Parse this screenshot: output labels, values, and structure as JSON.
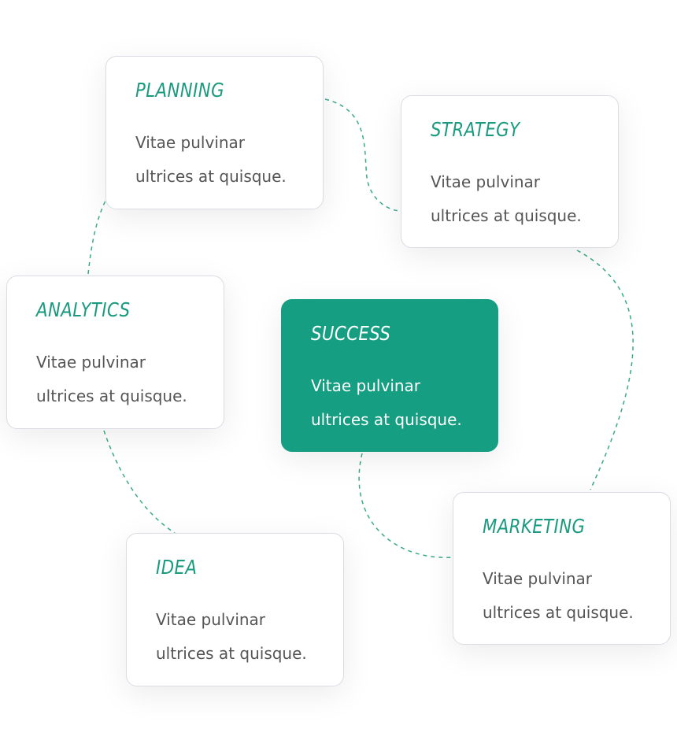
{
  "accent_color": "#159e82",
  "cards": {
    "planning": {
      "title": "PLANNING",
      "line1": "Vitae pulvinar",
      "line2": "ultrices at quisque."
    },
    "strategy": {
      "title": "STRATEGY",
      "line1": "Vitae pulvinar",
      "line2": "ultrices at quisque."
    },
    "analytics": {
      "title": "ANALYTICS",
      "line1": "Vitae pulvinar",
      "line2": "ultrices at quisque."
    },
    "success": {
      "title": "SUCCESS",
      "line1": "Vitae pulvinar",
      "line2": "ultrices at quisque."
    },
    "marketing": {
      "title": "MARKETING",
      "line1": "Vitae pulvinar",
      "line2": "ultrices at quisque."
    },
    "idea": {
      "title": "IDEA",
      "line1": "Vitae pulvinar",
      "line2": "ultrices at quisque."
    }
  }
}
